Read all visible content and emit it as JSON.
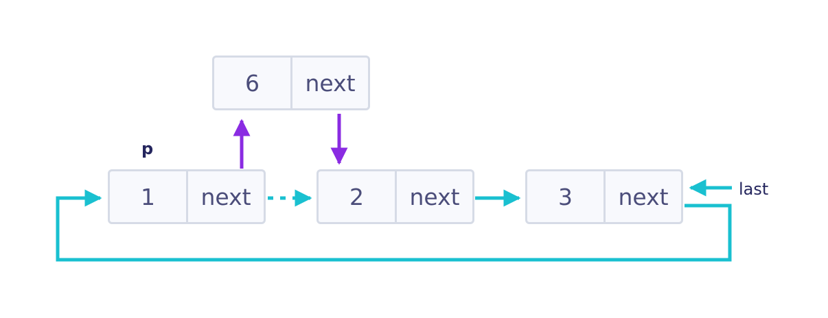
{
  "nodes": {
    "n1": {
      "value": "1",
      "next": "next"
    },
    "n2": {
      "value": "2",
      "next": "next"
    },
    "n3": {
      "value": "3",
      "next": "next"
    },
    "n6": {
      "value": "6",
      "next": "next"
    }
  },
  "labels": {
    "p": "p",
    "last": "last"
  },
  "colors": {
    "teal": "#19c0d0",
    "purple": "#8a2be2",
    "node_border": "#d6dbe6",
    "node_fill": "#f8f9fd",
    "text": "#4b4d7a"
  }
}
